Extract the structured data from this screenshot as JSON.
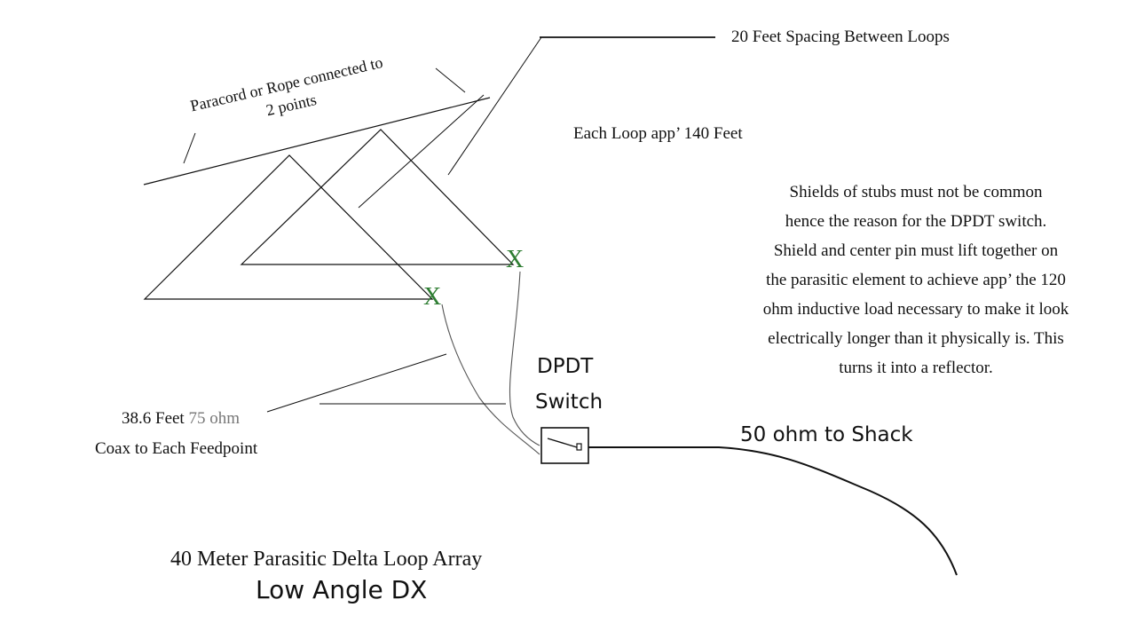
{
  "labels": {
    "paracord_line1": "Paracord or Rope connected to",
    "paracord_line2": "2 points",
    "spacing": "20 Feet Spacing Between Loops",
    "loop_length": "Each Loop app’ 140 Feet",
    "note_lines": [
      "Shields of stubs must not be common",
      "hence the reason for the DPDT switch.",
      "Shield and center pin must lift together on",
      "the parasitic element to achieve app’ the 120",
      "ohm inductive load necessary to make it look",
      "electrically longer than it physically is. This",
      "turns it into a reflector."
    ],
    "coax_length": "38.6 Feet",
    "coax_impedance": "75 ohm",
    "coax_line2": "Coax to Each Feedpoint",
    "dpdt_line1": "DPDT",
    "dpdt_line2": "Switch",
    "shack": "50 ohm to Shack",
    "title_line1": "40 Meter Parasitic Delta Loop Array",
    "title_line2": "Low Angle DX"
  },
  "feedpoint_marks": [
    "X",
    "X"
  ],
  "colors": {
    "line": "#111111",
    "feedpoint_mark": "#2e7d32",
    "coax_grey": "#555555",
    "impedance_text": "#777777"
  }
}
